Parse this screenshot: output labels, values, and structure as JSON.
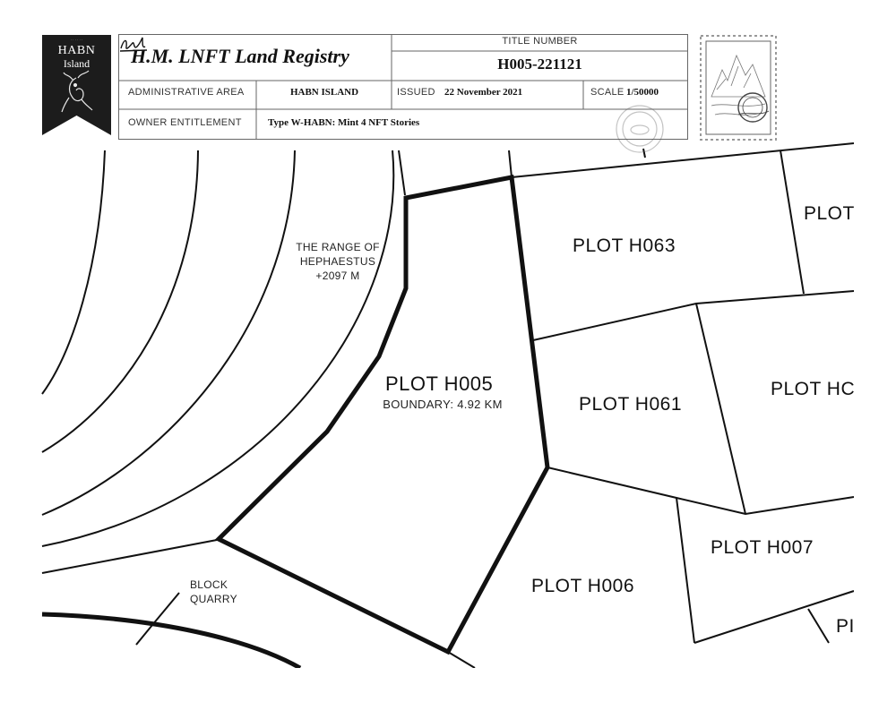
{
  "header": {
    "banner": {
      "line1": "HABN",
      "line2": "Island",
      "fine_print": ""
    },
    "registry_title": "H.M. LNFT Land Registry",
    "title_number_label": "TITLE NUMBER",
    "title_number": "H005-221121",
    "administrative_area_label": "ADMINISTRATIVE AREA",
    "administrative_area": "HABN ISLAND",
    "issued_label": "ISSUED",
    "issued_date": "22 November 2021",
    "scale_label": "SCALE",
    "scale": "1/50000",
    "owner_entitlement_label": "OWNER ENTITLEMENT",
    "owner_entitlement": "Type W-HABN: Mint 4 NFT Stories"
  },
  "map": {
    "plots": {
      "h005": {
        "label": "PLOT H005",
        "boundary": "BOUNDARY: 4.92 KM"
      },
      "h063": {
        "label": "PLOT H063"
      },
      "h061": {
        "label": "PLOT H061"
      },
      "h006": {
        "label": "PLOT H006"
      },
      "h007": {
        "label": "PLOT H007"
      },
      "top_right_partial": {
        "label": "PLOT"
      },
      "mid_right_partial": {
        "label": "PLOT HC"
      },
      "bottom_right_partial": {
        "label": "PI"
      }
    },
    "features": {
      "range": {
        "line1": "THE RANGE OF",
        "line2": "HEPHAESTUS",
        "line3": "+2097 M"
      },
      "quarry": {
        "line1": "BLOCK",
        "line2": "QUARRY"
      }
    }
  },
  "colors": {
    "ink": "#111111",
    "banner": "#1c1c1c",
    "paper": "#ffffff"
  }
}
